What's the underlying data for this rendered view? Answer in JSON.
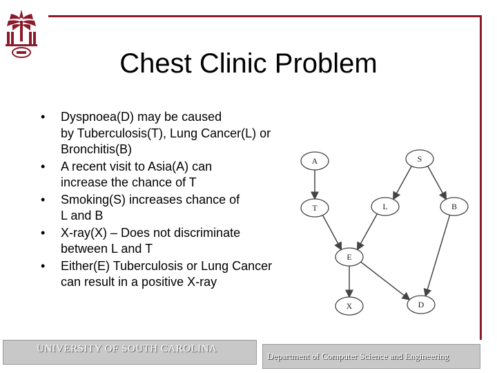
{
  "slide": {
    "title": "Chest Clinic Problem",
    "bullet_symbol": "•",
    "bullets": [
      "Dyspnoea(D) may be caused\nby Tuberculosis(T), Lung Cancer(L) or Bronchitis(B)",
      "A recent visit to Asia(A) can\nincrease the chance of T",
      "Smoking(S) increases chance of\nL and B",
      "X-ray(X) – Does not discriminate\nbetween L and T",
      "Either(E) Tuberculosis or Lung Cancer\ncan result in a positive X-ray"
    ]
  },
  "diagram": {
    "nodes": [
      {
        "id": "A",
        "label": "A"
      },
      {
        "id": "S",
        "label": "S"
      },
      {
        "id": "T",
        "label": "T"
      },
      {
        "id": "L",
        "label": "L"
      },
      {
        "id": "B",
        "label": "B"
      },
      {
        "id": "E",
        "label": "E"
      },
      {
        "id": "X",
        "label": "X"
      },
      {
        "id": "D",
        "label": "D"
      }
    ],
    "edges": [
      [
        "A",
        "T"
      ],
      [
        "S",
        "L"
      ],
      [
        "S",
        "B"
      ],
      [
        "T",
        "E"
      ],
      [
        "L",
        "E"
      ],
      [
        "E",
        "X"
      ],
      [
        "E",
        "D"
      ],
      [
        "B",
        "D"
      ]
    ]
  },
  "footer": {
    "left_text": "UNIVERSITY OF SOUTH CAROLINA",
    "right_text": "Department of Computer Science and Engineering"
  },
  "colors": {
    "accent": "#8b1a2b",
    "footer_bg": "#c8c8c8"
  },
  "icons": {
    "logo": "palmetto-seal-icon"
  }
}
